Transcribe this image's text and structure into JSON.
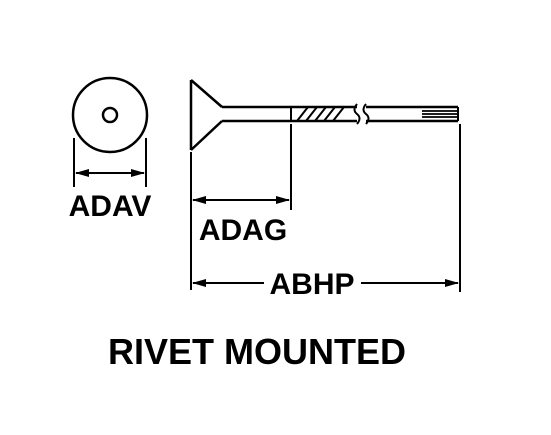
{
  "caption": "RIVET MOUNTED",
  "labels": {
    "head_diameter": "ADAV",
    "grip_length": "ADAG",
    "overall_length": "ABHP"
  },
  "colors": {
    "ink": "#000000",
    "paper": "#ffffff"
  }
}
